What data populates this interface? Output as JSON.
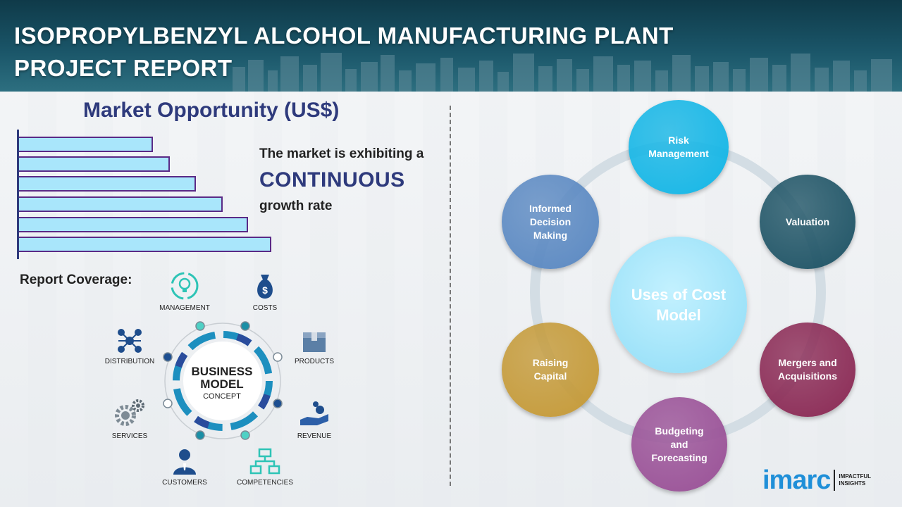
{
  "header": {
    "title": "ISOPROPYLBENZYL ALCOHOL MANUFACTURING PLANT PROJECT REPORT"
  },
  "market": {
    "title": "Market Opportunity (US$)",
    "line1": "The market is exhibiting a",
    "line2": "CONTINUOUS",
    "line3": "growth rate"
  },
  "chart_data": {
    "type": "bar",
    "orientation": "horizontal",
    "title": "Market Opportunity (US$)",
    "categories": [],
    "values": [
      190,
      214,
      251,
      289,
      325,
      358
    ],
    "colors": {
      "fill": "#a9e6fb",
      "stroke": "#5a2a86"
    }
  },
  "coverage": {
    "label": "Report Coverage:",
    "items": [
      {
        "label": "MANAGEMENT",
        "icon": "lightbulb-icon"
      },
      {
        "label": "COSTS",
        "icon": "money-bag-icon"
      },
      {
        "label": "DISTRIBUTION",
        "icon": "network-icon"
      },
      {
        "label": "PRODUCTS",
        "icon": "box-icon"
      },
      {
        "label": "SERVICES",
        "icon": "gears-icon"
      },
      {
        "label": "REVENUE",
        "icon": "hand-coins-icon"
      },
      {
        "label": "CUSTOMERS",
        "icon": "person-icon"
      },
      {
        "label": "COMPETENCIES",
        "icon": "org-chart-icon"
      }
    ],
    "center": {
      "line1": "BUSINESS",
      "line2": "MODEL",
      "line3": "CONCEPT"
    }
  },
  "cost_model": {
    "center": "Uses of Cost Model",
    "nodes": [
      {
        "label": "Risk Management",
        "color": "#14b6e6"
      },
      {
        "label": "Valuation",
        "color": "#1f5466"
      },
      {
        "label": "Mergers and Acquisitions",
        "color": "#8b2a55"
      },
      {
        "label": "Budgeting and Forecasting",
        "color": "#9a5197"
      },
      {
        "label": "Raising Capital",
        "color": "#c59a38"
      },
      {
        "label": "Informed Decision Making",
        "color": "#5b89c2"
      }
    ]
  },
  "logo": {
    "word": "imarc",
    "tag_line1": "IMPACTFUL",
    "tag_line2": "INSIGHTS"
  }
}
